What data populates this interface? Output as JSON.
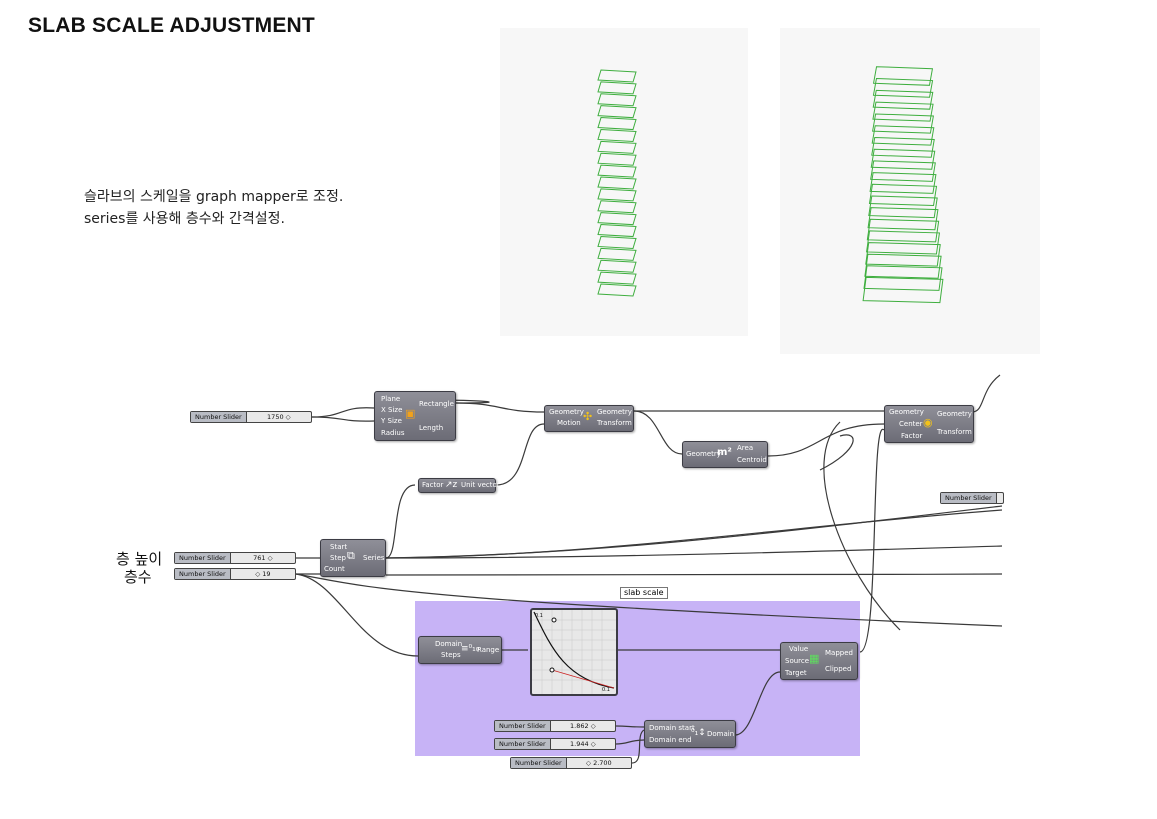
{
  "title": "SLAB SCALE ADJUSTMENT",
  "description": {
    "line1": "슬라브의 스케일을 graph mapper로 조정.",
    "line2": "series를 사용해 층수와 간격설정."
  },
  "colors": {
    "slab": "#3fae3f",
    "group": "#c7b3f6",
    "component": "#7b7b84"
  },
  "labels": {
    "floor_height": "층 높이",
    "floor_count": "층수"
  },
  "group_name": "slab scale",
  "sliders": {
    "s1750": {
      "label": "Number Slider",
      "value": "1750 ◇"
    },
    "height": {
      "label": "Number Slider",
      "value": "761 ◇"
    },
    "count": {
      "label": "Number Slider",
      "value": "◇ 19"
    },
    "right": {
      "label": "Number Slider",
      "value": ""
    },
    "d_start": {
      "label": "Number Slider",
      "value": "1.862 ◇"
    },
    "d_end": {
      "label": "Number Slider",
      "value": "1.944 ◇"
    },
    "d_bottom": {
      "label": "Number Slider",
      "value": "◇ 2.700"
    }
  },
  "components": {
    "rectangle": {
      "in": [
        "Plane",
        "X Size",
        "Y Size",
        "Radius"
      ],
      "out": [
        "Rectangle",
        "Length"
      ]
    },
    "move": {
      "in": [
        "Geometry",
        "Motion"
      ],
      "out": [
        "Geometry",
        "Transform"
      ]
    },
    "unit_z": {
      "in": [
        "Factor"
      ],
      "out": [
        "Unit vector"
      ]
    },
    "area": {
      "in": [
        "Geometry"
      ],
      "out": [
        "Area",
        "Centroid"
      ]
    },
    "scale": {
      "in": [
        "Geometry",
        "Center",
        "Factor"
      ],
      "out": [
        "Geometry",
        "Transform"
      ]
    },
    "series": {
      "in": [
        "Start",
        "Step",
        "Count"
      ],
      "out": [
        "Series"
      ]
    },
    "range": {
      "in": [
        "Domain",
        "Steps"
      ],
      "out": [
        "Range"
      ]
    },
    "remap": {
      "in": [
        "Value",
        "Source",
        "Target"
      ],
      "out": [
        "Mapped",
        "Clipped"
      ]
    },
    "domain": {
      "in": [
        "Domain start",
        "Domain end"
      ],
      "out": [
        "Domain"
      ]
    }
  },
  "graph_labels": {
    "top": "0.1",
    "bottom": "0.1"
  }
}
